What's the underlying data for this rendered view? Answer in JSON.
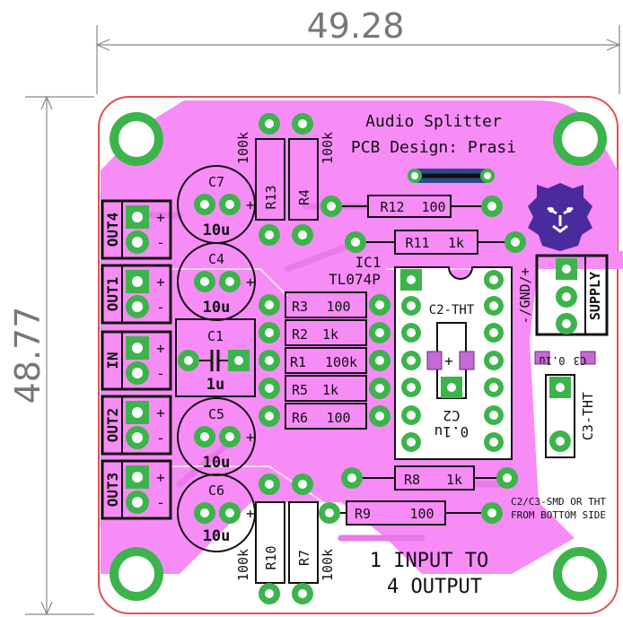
{
  "dimensions": {
    "width": "49.28",
    "height": "48.77"
  },
  "title": {
    "line1": "Audio Splitter",
    "line2": "PCB Design: Prasi"
  },
  "caption": {
    "line1": "1 INPUT TO",
    "line2": "4 OUTPUT"
  },
  "note": {
    "line1": "C2/C3-SMD OR THT",
    "line2": "FROM BOTTOM SIDE"
  },
  "connectors": [
    {
      "label": "OUT4"
    },
    {
      "label": "OUT1"
    },
    {
      "label": "IN"
    },
    {
      "label": "OUT2"
    },
    {
      "label": "OUT3"
    }
  ],
  "polarity": {
    "plus": "+",
    "minus": "-"
  },
  "supply": {
    "label": "SUPPLY",
    "pins": "-/GND/+"
  },
  "ic": {
    "ref": "IC1",
    "part": "TL074P"
  },
  "capacitors": {
    "c7": {
      "ref": "C7",
      "value": "10u"
    },
    "c4": {
      "ref": "C4",
      "value": "10u"
    },
    "c1": {
      "ref": "C1",
      "value": "1u"
    },
    "c5": {
      "ref": "C5",
      "value": "10u"
    },
    "c6": {
      "ref": "C6",
      "value": "10u"
    },
    "c2": {
      "ref": "C2-THT",
      "mirror_ref": "C2",
      "mirror_value": "0.1u"
    },
    "c3": {
      "ref": "C3-THT",
      "mirror_ref": "C3",
      "mirror_value": "0.1u"
    }
  },
  "resistors": {
    "r13": {
      "ref": "R13",
      "value": "100k"
    },
    "r4": {
      "ref": "R4",
      "value": "100k"
    },
    "r12": {
      "ref": "R12",
      "value": "100"
    },
    "r11": {
      "ref": "R11",
      "value": "1k"
    },
    "r3": {
      "ref": "R3",
      "value": "100"
    },
    "r2": {
      "ref": "R2",
      "value": "1k"
    },
    "r1": {
      "ref": "R1",
      "value": "100k"
    },
    "r5": {
      "ref": "R5",
      "value": "1k"
    },
    "r6": {
      "ref": "R6",
      "value": "100"
    },
    "r8": {
      "ref": "R8",
      "value": "1k"
    },
    "r9": {
      "ref": "R9",
      "value": "100"
    },
    "r10": {
      "ref": "R10",
      "value": "100k"
    },
    "r7": {
      "ref": "R7",
      "value": "100k"
    }
  },
  "colors": {
    "copper": "#f78cf7",
    "copper_dark": "#e97ae9",
    "pad": "#3cb44b",
    "drill": "#ffffff",
    "board_edge": "#e05050",
    "silk": "#111111",
    "dimension": "#7a7a7a",
    "logo": "#4a2b9e"
  },
  "icons": [
    "lion-logo-icon"
  ]
}
